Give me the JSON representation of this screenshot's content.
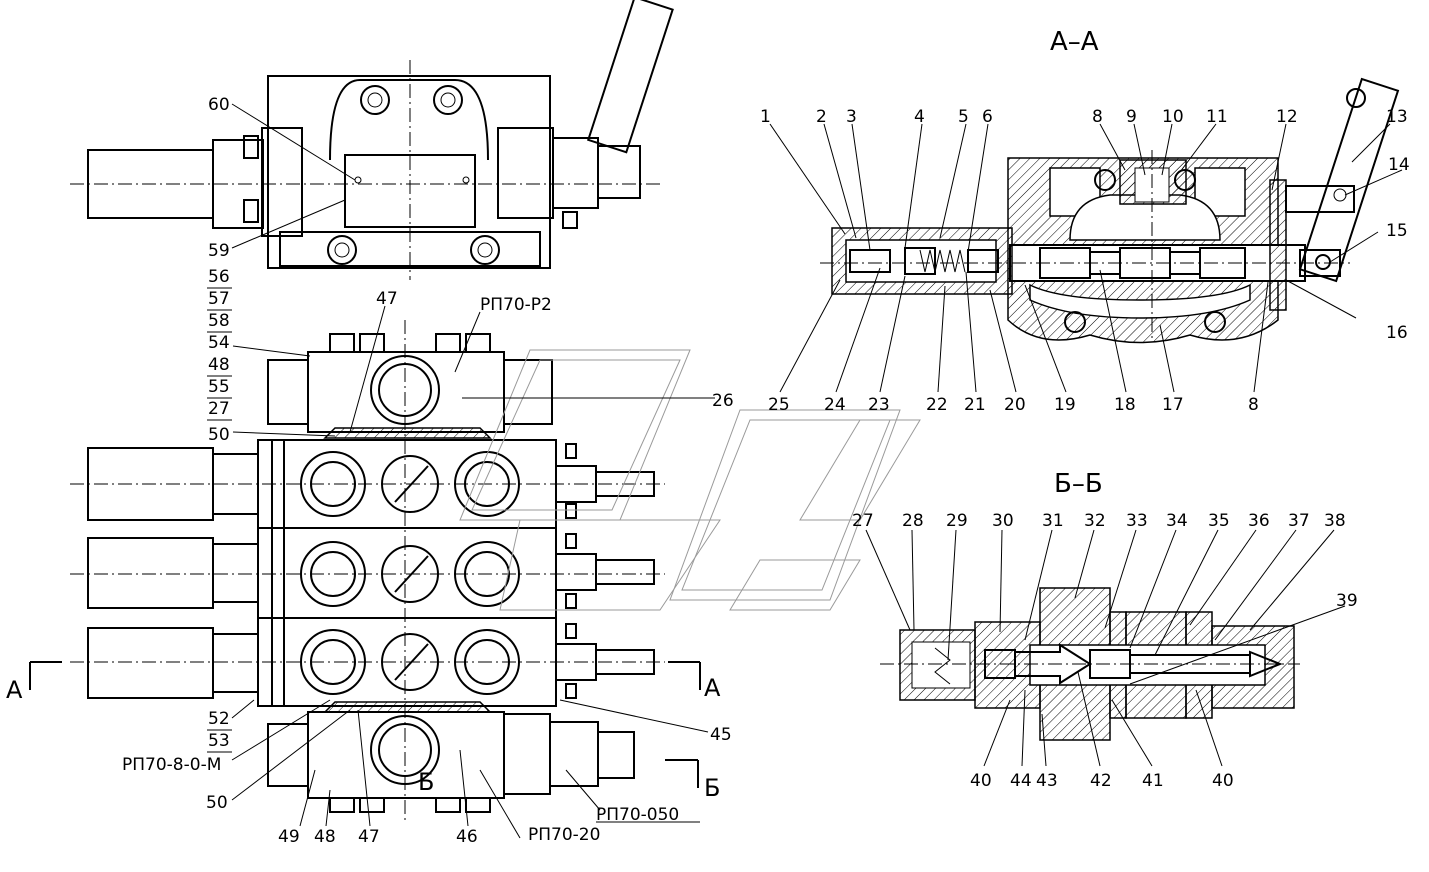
{
  "titles": {
    "section_aa": "А–А",
    "section_bb": "Б–Б"
  },
  "section_markers": {
    "a": "А",
    "b": "Б"
  },
  "designations": {
    "rp70_p2": "РП70-Р2",
    "rp70_8_0_m": "РП70-8-0-М",
    "rp70_050": "РП70-050",
    "rp70_20": "РП70-20"
  },
  "callouts": {
    "top_view": [
      "60",
      "59"
    ],
    "left_stack": [
      "56",
      "57",
      "58",
      "54",
      "48",
      "55",
      "27",
      "50"
    ],
    "plan_view": [
      "47",
      "26",
      "45",
      "52",
      "53",
      "50",
      "49",
      "48",
      "47",
      "46"
    ],
    "section_aa_top": [
      "1",
      "2",
      "3",
      "4",
      "5",
      "6",
      "8",
      "9",
      "10",
      "11",
      "12",
      "13",
      "14",
      "15",
      "16"
    ],
    "section_aa_bottom": [
      "25",
      "24",
      "23",
      "22",
      "21",
      "20",
      "19",
      "18",
      "17",
      "8"
    ],
    "section_bb_top": [
      "27",
      "28",
      "29",
      "30",
      "31",
      "32",
      "33",
      "34",
      "35",
      "36",
      "37",
      "38",
      "39"
    ],
    "section_bb_bottom": [
      "40",
      "44",
      "43",
      "42",
      "41",
      "40"
    ]
  }
}
